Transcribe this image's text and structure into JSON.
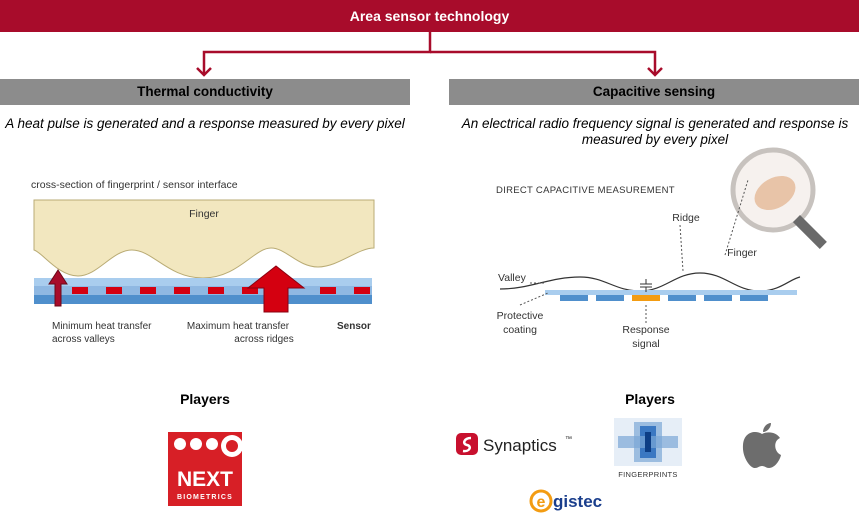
{
  "title": "Area sensor technology",
  "colors": {
    "accent": "#a80c2b",
    "header_gray": "#8c8c8c",
    "finger_fill": "#f2e7bf",
    "sensor_blue": "#4f8fcc",
    "sensor_light": "#a9cdee"
  },
  "left": {
    "header": "Thermal conductivity",
    "description": "A heat pulse is generated and a response measured by every pixel",
    "diagram": {
      "caption": "cross-section of fingerprint / sensor interface",
      "finger_label": "Finger",
      "min_label_1": "Minimum heat transfer",
      "min_label_2": "across valleys",
      "max_label_1": "Maximum heat transfer",
      "max_label_2": "across ridges",
      "sensor_label": "Sensor"
    },
    "players_title": "Players",
    "logo": {
      "line1": "NEXT",
      "line2": "BIOMETRICS"
    }
  },
  "right": {
    "header": "Capacitive sensing",
    "description": "An electrical radio frequency signal is generated and response is measured  by every pixel",
    "diagram": {
      "caption": "DIRECT CAPACITIVE MEASUREMENT",
      "ridge_label": "Ridge",
      "finger_label": "Finger",
      "valley_label": "Valley",
      "protective_1": "Protective",
      "protective_2": "coating",
      "response_1": "Response",
      "response_2": "signal"
    },
    "players_title": "Players",
    "logos": {
      "synaptics": "Synaptics",
      "tm": "™",
      "fingerprints": "FINGERPRINTS",
      "egistec": "gistec",
      "egistec_e": "e"
    }
  }
}
